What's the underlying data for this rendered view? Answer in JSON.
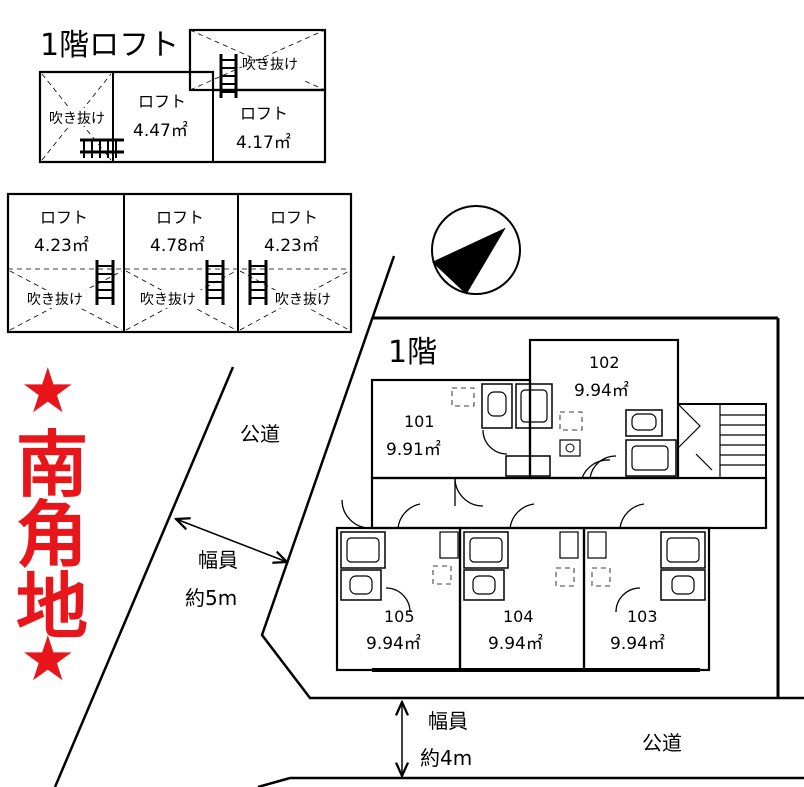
{
  "loft_plan": {
    "title": "1階ロフト",
    "upper_row": [
      {
        "label": "吹き抜け",
        "kind": "void"
      },
      {
        "label": "ロフト",
        "area": "4.47㎡",
        "kind": "loft"
      },
      {
        "label": "ロフト",
        "area": "4.17㎡",
        "kind": "loft"
      },
      {
        "label": "吹き抜け",
        "kind": "void"
      }
    ],
    "lower_row_lofts": [
      {
        "label": "ロフト",
        "area": "4.23㎡"
      },
      {
        "label": "ロフト",
        "area": "4.78㎡"
      },
      {
        "label": "ロフト",
        "area": "4.23㎡"
      }
    ],
    "lower_row_voids": [
      "吹き抜け",
      "吹き抜け",
      "吹き抜け"
    ]
  },
  "floor_plan": {
    "title": "1階",
    "units": [
      {
        "number": "101",
        "area": "9.91㎡"
      },
      {
        "number": "102",
        "area": "9.94㎡"
      },
      {
        "number": "103",
        "area": "9.94㎡"
      },
      {
        "number": "104",
        "area": "9.94㎡"
      },
      {
        "number": "105",
        "area": "9.94㎡"
      }
    ]
  },
  "roads": {
    "west": {
      "label": "公道",
      "width_label": "幅員",
      "width_value": "約5m"
    },
    "south": {
      "label": "公道",
      "width_label": "幅員",
      "width_value": "約4m"
    }
  },
  "highlight": {
    "star": "★",
    "text": [
      "南",
      "角",
      "地"
    ],
    "color": "#e8161b"
  },
  "compass": {
    "icon": "north-arrow-icon"
  }
}
